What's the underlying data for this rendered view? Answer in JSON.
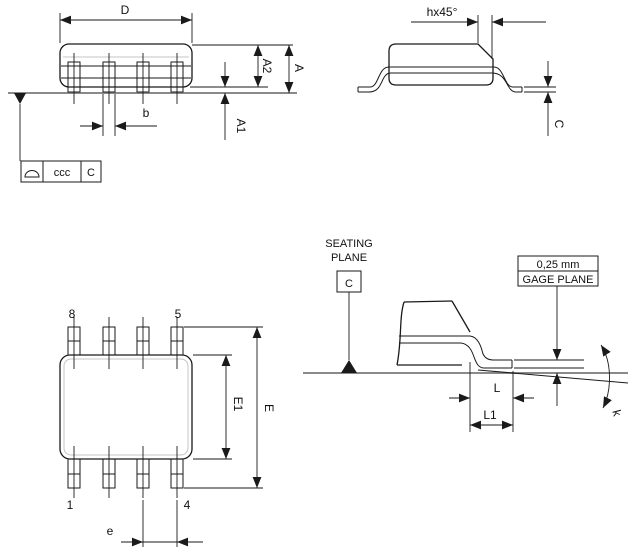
{
  "colors": {
    "ink": "#1a1a1a",
    "plane_line": "#8a8a8a",
    "background": "#ffffff"
  },
  "side_view": {
    "dim_d": "D",
    "dim_a2": "A2",
    "dim_a": "A",
    "dim_a1": "A1",
    "dim_b": "b",
    "fcf": {
      "symbol": "profile-of-surface",
      "tolerance": "ccc",
      "datum": "C"
    }
  },
  "end_view": {
    "dim_chamfer": "hx45°",
    "dim_c": "C"
  },
  "top_view": {
    "pin_top_left": "8",
    "pin_top_right": "5",
    "pin_bottom_left": "1",
    "pin_bottom_right": "4",
    "dim_e1": "E1",
    "dim_e": "E",
    "dim_pitch": "e"
  },
  "detail_view": {
    "seating_line1": "SEATING",
    "seating_line2": "PLANE",
    "datum": "C",
    "gage_value": "0,25  mm",
    "gage_label": "GAGE  PLANE",
    "dim_l": "L",
    "dim_l1": "L1",
    "dim_k": "k"
  }
}
